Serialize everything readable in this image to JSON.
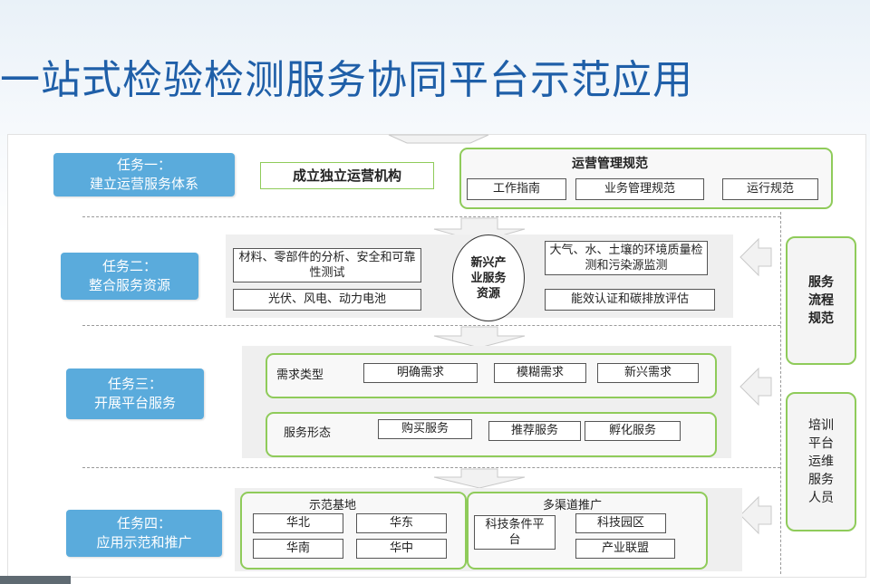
{
  "title": "一站式检验检测服务协同平台示范应用",
  "tasks": [
    {
      "line1": "任务一：",
      "line2": "建立运营服务体系"
    },
    {
      "line1": "任务二：",
      "line2": "整合服务资源"
    },
    {
      "line1": "任务三：",
      "line2": "开展平台服务"
    },
    {
      "line1": "任务四：",
      "line2": "应用示范和推广"
    }
  ],
  "row1": {
    "org": "成立独立运营机构",
    "spec_title": "运营管理规范",
    "spec_items": [
      "工作指南",
      "业务管理规范",
      "运行规范"
    ]
  },
  "row2": {
    "left_items": [
      "材料、零部件的分析、安全和可靠性测试",
      "光伏、风电、动力电池"
    ],
    "center": "新兴产业服务资源",
    "right_items": [
      "大气、水、土壤的环境质量检测和污染源监测",
      "能效认证和碳排放评估"
    ]
  },
  "row3": {
    "demand_label": "需求类型",
    "demand_items": [
      "明确需求",
      "模糊需求",
      "新兴需求"
    ],
    "form_label": "服务形态",
    "form_items": [
      "购买服务",
      "推荐服务",
      "孵化服务"
    ]
  },
  "row4": {
    "base_title": "示范基地",
    "bases": [
      "华北",
      "华东",
      "华南",
      "华中"
    ],
    "channel_title": "多渠道推广",
    "channels": [
      "科技条件平台",
      "科技园区",
      "产业联盟"
    ]
  },
  "side": {
    "process": "服务流程规范",
    "training": "培训平台运维服务人员"
  }
}
